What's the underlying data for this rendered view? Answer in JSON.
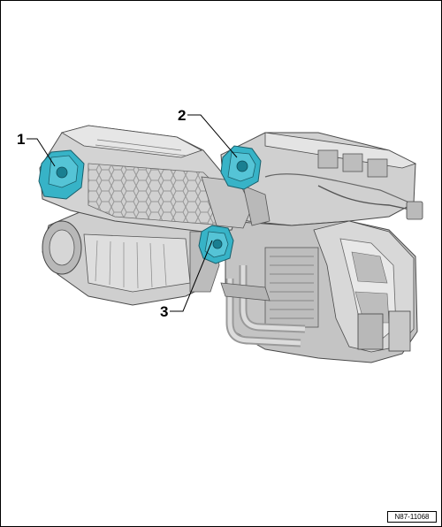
{
  "callouts": [
    {
      "number": "1"
    },
    {
      "number": "2"
    },
    {
      "number": "3"
    }
  ],
  "figure_ref": "N87-11068",
  "colors": {
    "body": "#c9c9c9",
    "body_light": "#e2e2e2",
    "body_dark": "#8f8f8f",
    "outline": "#4a4a4a",
    "actuator": "#37b3c7",
    "actuator_dark": "#1a7f91"
  }
}
